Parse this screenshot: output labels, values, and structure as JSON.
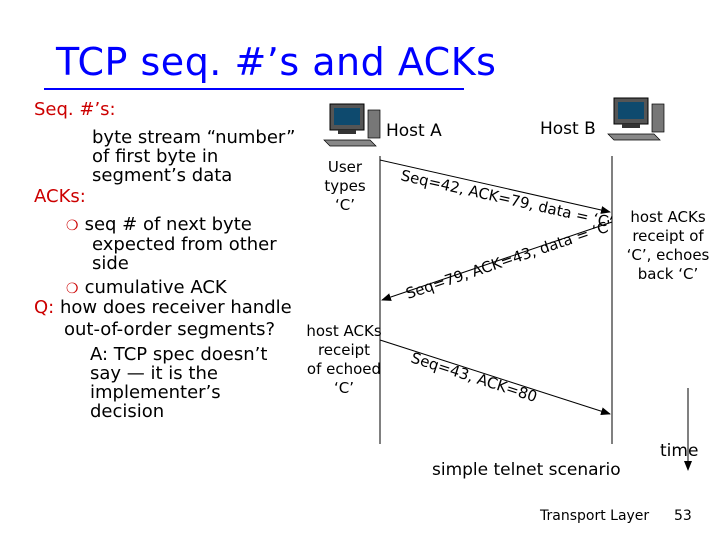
{
  "title": "TCP seq. #’s and ACKs",
  "left": {
    "seq_heading": "Seq. #’s:",
    "seq_def": [
      "byte stream “number”",
      "of first byte in",
      "segment’s data"
    ],
    "acks_heading": "ACKs:",
    "ack_bullet1": [
      "seq # of next byte",
      "expected from other",
      "side"
    ],
    "ack_bullet2": "cumulative ACK",
    "q_prefix": "Q:",
    "q_text": [
      "how does receiver handle",
      "out-of-order segments?"
    ],
    "answer": [
      "A: TCP spec doesn’t",
      "say — it is the",
      "implementer’s",
      "decision"
    ]
  },
  "diagram": {
    "host_a": "Host A",
    "host_b": "Host B",
    "user_types": [
      "User",
      "types",
      "‘C’"
    ],
    "host_b_note": [
      "host ACKs",
      "receipt of",
      "‘C’, echoes",
      "back ‘C’"
    ],
    "host_a_note": [
      "host ACKs",
      "receipt",
      "of echoed",
      "‘C’"
    ],
    "msg1": "Seq=42, ACK=79, data = ‘C’",
    "msg2": "Seq=79, ACK=43, data = ‘C’",
    "msg3": "Seq=43, ACK=80",
    "scenario": "simple telnet scenario",
    "time_label": "time"
  },
  "footer": {
    "section": "Transport Layer",
    "page": "53"
  },
  "colors": {
    "title": "#0000ff",
    "accent": "#cc0000",
    "timeline": "#000000"
  }
}
